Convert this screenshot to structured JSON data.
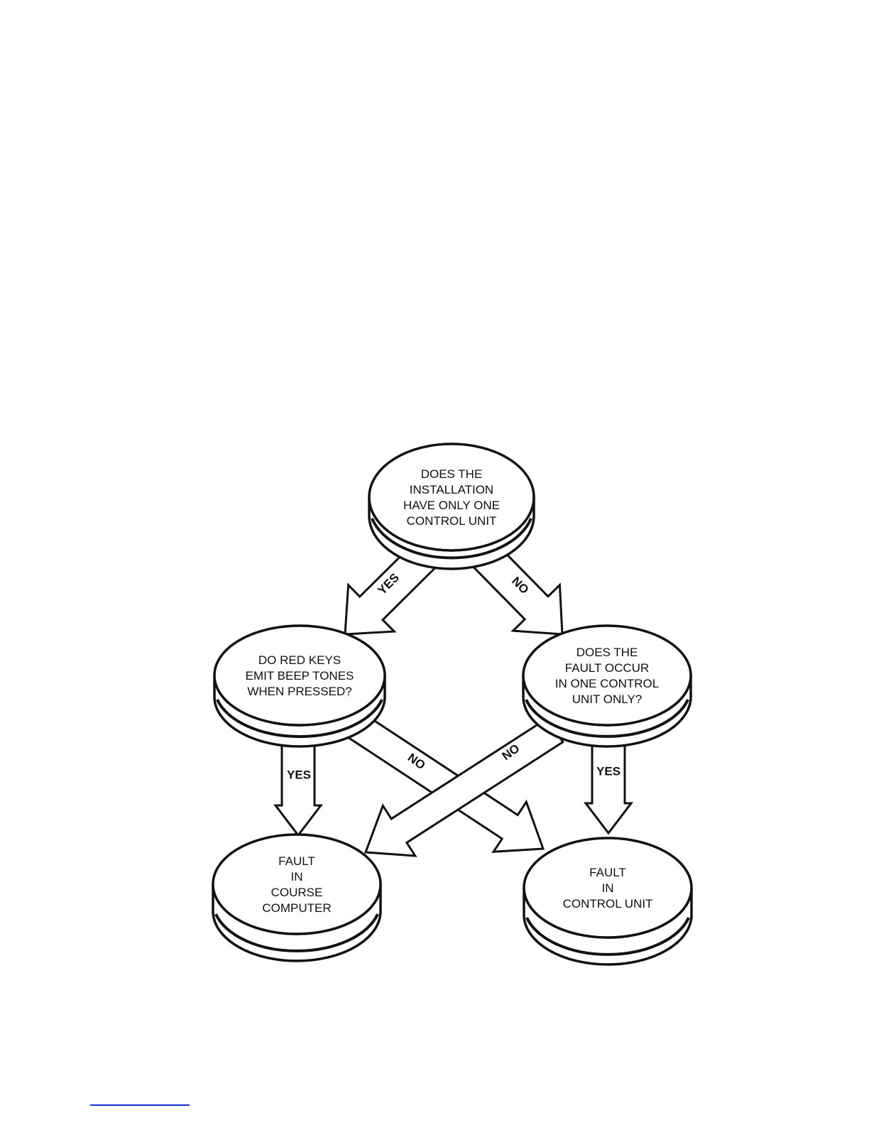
{
  "diagram": {
    "nodes": [
      {
        "id": "q-single-control-unit",
        "lines": [
          "DOES THE",
          "INSTALLATION",
          "HAVE ONLY ONE",
          "CONTROL UNIT"
        ]
      },
      {
        "id": "q-red-keys-beep",
        "lines": [
          "DO RED KEYS",
          "EMIT BEEP TONES",
          "WHEN PRESSED?"
        ]
      },
      {
        "id": "q-fault-one-unit",
        "lines": [
          "DOES THE",
          "FAULT OCCUR",
          "IN ONE CONTROL",
          "UNIT ONLY?"
        ]
      },
      {
        "id": "fault-course-computer",
        "lines": [
          "FAULT",
          "IN",
          "COURSE",
          "COMPUTER"
        ]
      },
      {
        "id": "fault-control-unit",
        "lines": [
          "FAULT",
          "IN",
          "CONTROL UNIT"
        ]
      }
    ],
    "edges": [
      {
        "from": "q-single-control-unit",
        "to": "q-red-keys-beep",
        "label": "YES"
      },
      {
        "from": "q-single-control-unit",
        "to": "q-fault-one-unit",
        "label": "NO"
      },
      {
        "from": "q-red-keys-beep",
        "to": "fault-course-computer",
        "label": "YES"
      },
      {
        "from": "q-red-keys-beep",
        "to": "fault-control-unit",
        "label": "NO"
      },
      {
        "from": "q-fault-one-unit",
        "to": "fault-course-computer",
        "label": "NO"
      },
      {
        "from": "q-fault-one-unit",
        "to": "fault-control-unit",
        "label": "YES"
      }
    ]
  },
  "colors": {
    "ink": "#111111",
    "fill": "#ffffff",
    "footer_rule": "#1a2fd6"
  }
}
